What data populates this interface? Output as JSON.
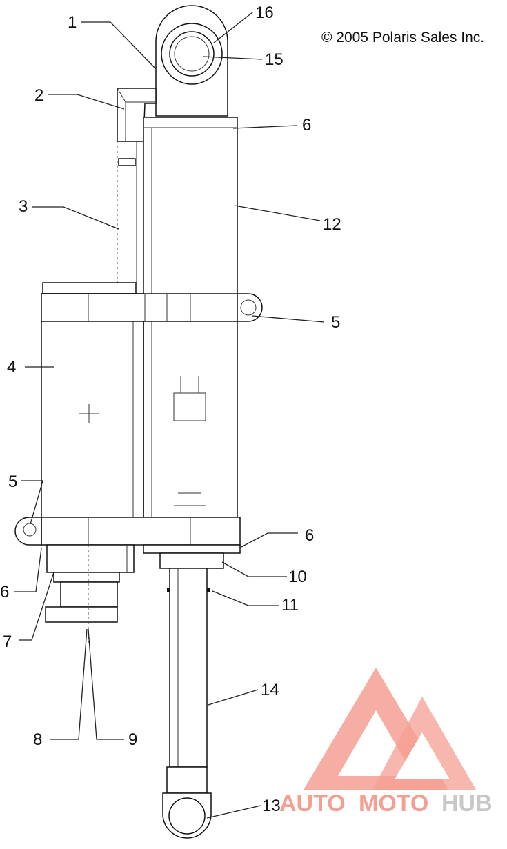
{
  "copyright": "© 2005 Polaris Sales Inc.",
  "watermark": {
    "part1": "AUTO",
    "part2": "MOTO",
    "part3": "HUB",
    "color_accent": "#f59f93",
    "color_dark": "#c8c8c8"
  },
  "callouts": {
    "c1": "1",
    "c2": "2",
    "c3": "3",
    "c4": "4",
    "c5a": "5",
    "c5b": "5",
    "c6a": "6",
    "c6b": "6",
    "c6c": "6",
    "c7": "7",
    "c8": "8",
    "c9": "9",
    "c10": "10",
    "c11": "11",
    "c12": "12",
    "c13": "13",
    "c14": "14",
    "c15": "15",
    "c16": "16"
  }
}
